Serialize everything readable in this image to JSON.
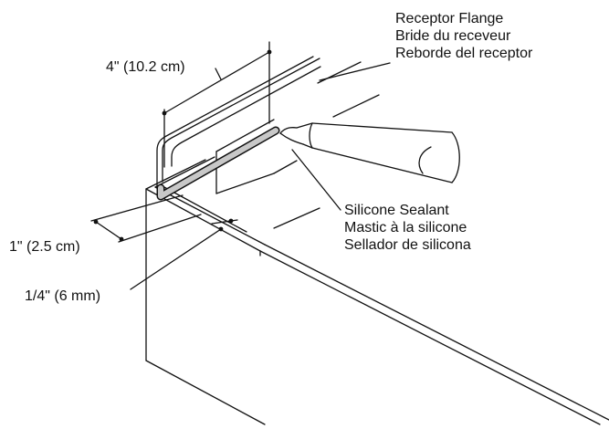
{
  "labels": {
    "flange": [
      "Receptor Flange",
      "Bride du receveur",
      "Reborde del receptor"
    ],
    "sealant": [
      "Silicone Sealant",
      "Mastic à la silicone",
      "Sellador de silicona"
    ],
    "dim_4in": "4\" (10.2 cm)",
    "dim_1in": "1\" (2.5 cm)",
    "dim_quarter": "1/4\" (6 mm)"
  },
  "colors": {
    "line": "#111111",
    "bead_fill": "#c8c8c8",
    "background": "#ffffff"
  },
  "icons": {
    "tube": "silicone-tube-icon"
  }
}
